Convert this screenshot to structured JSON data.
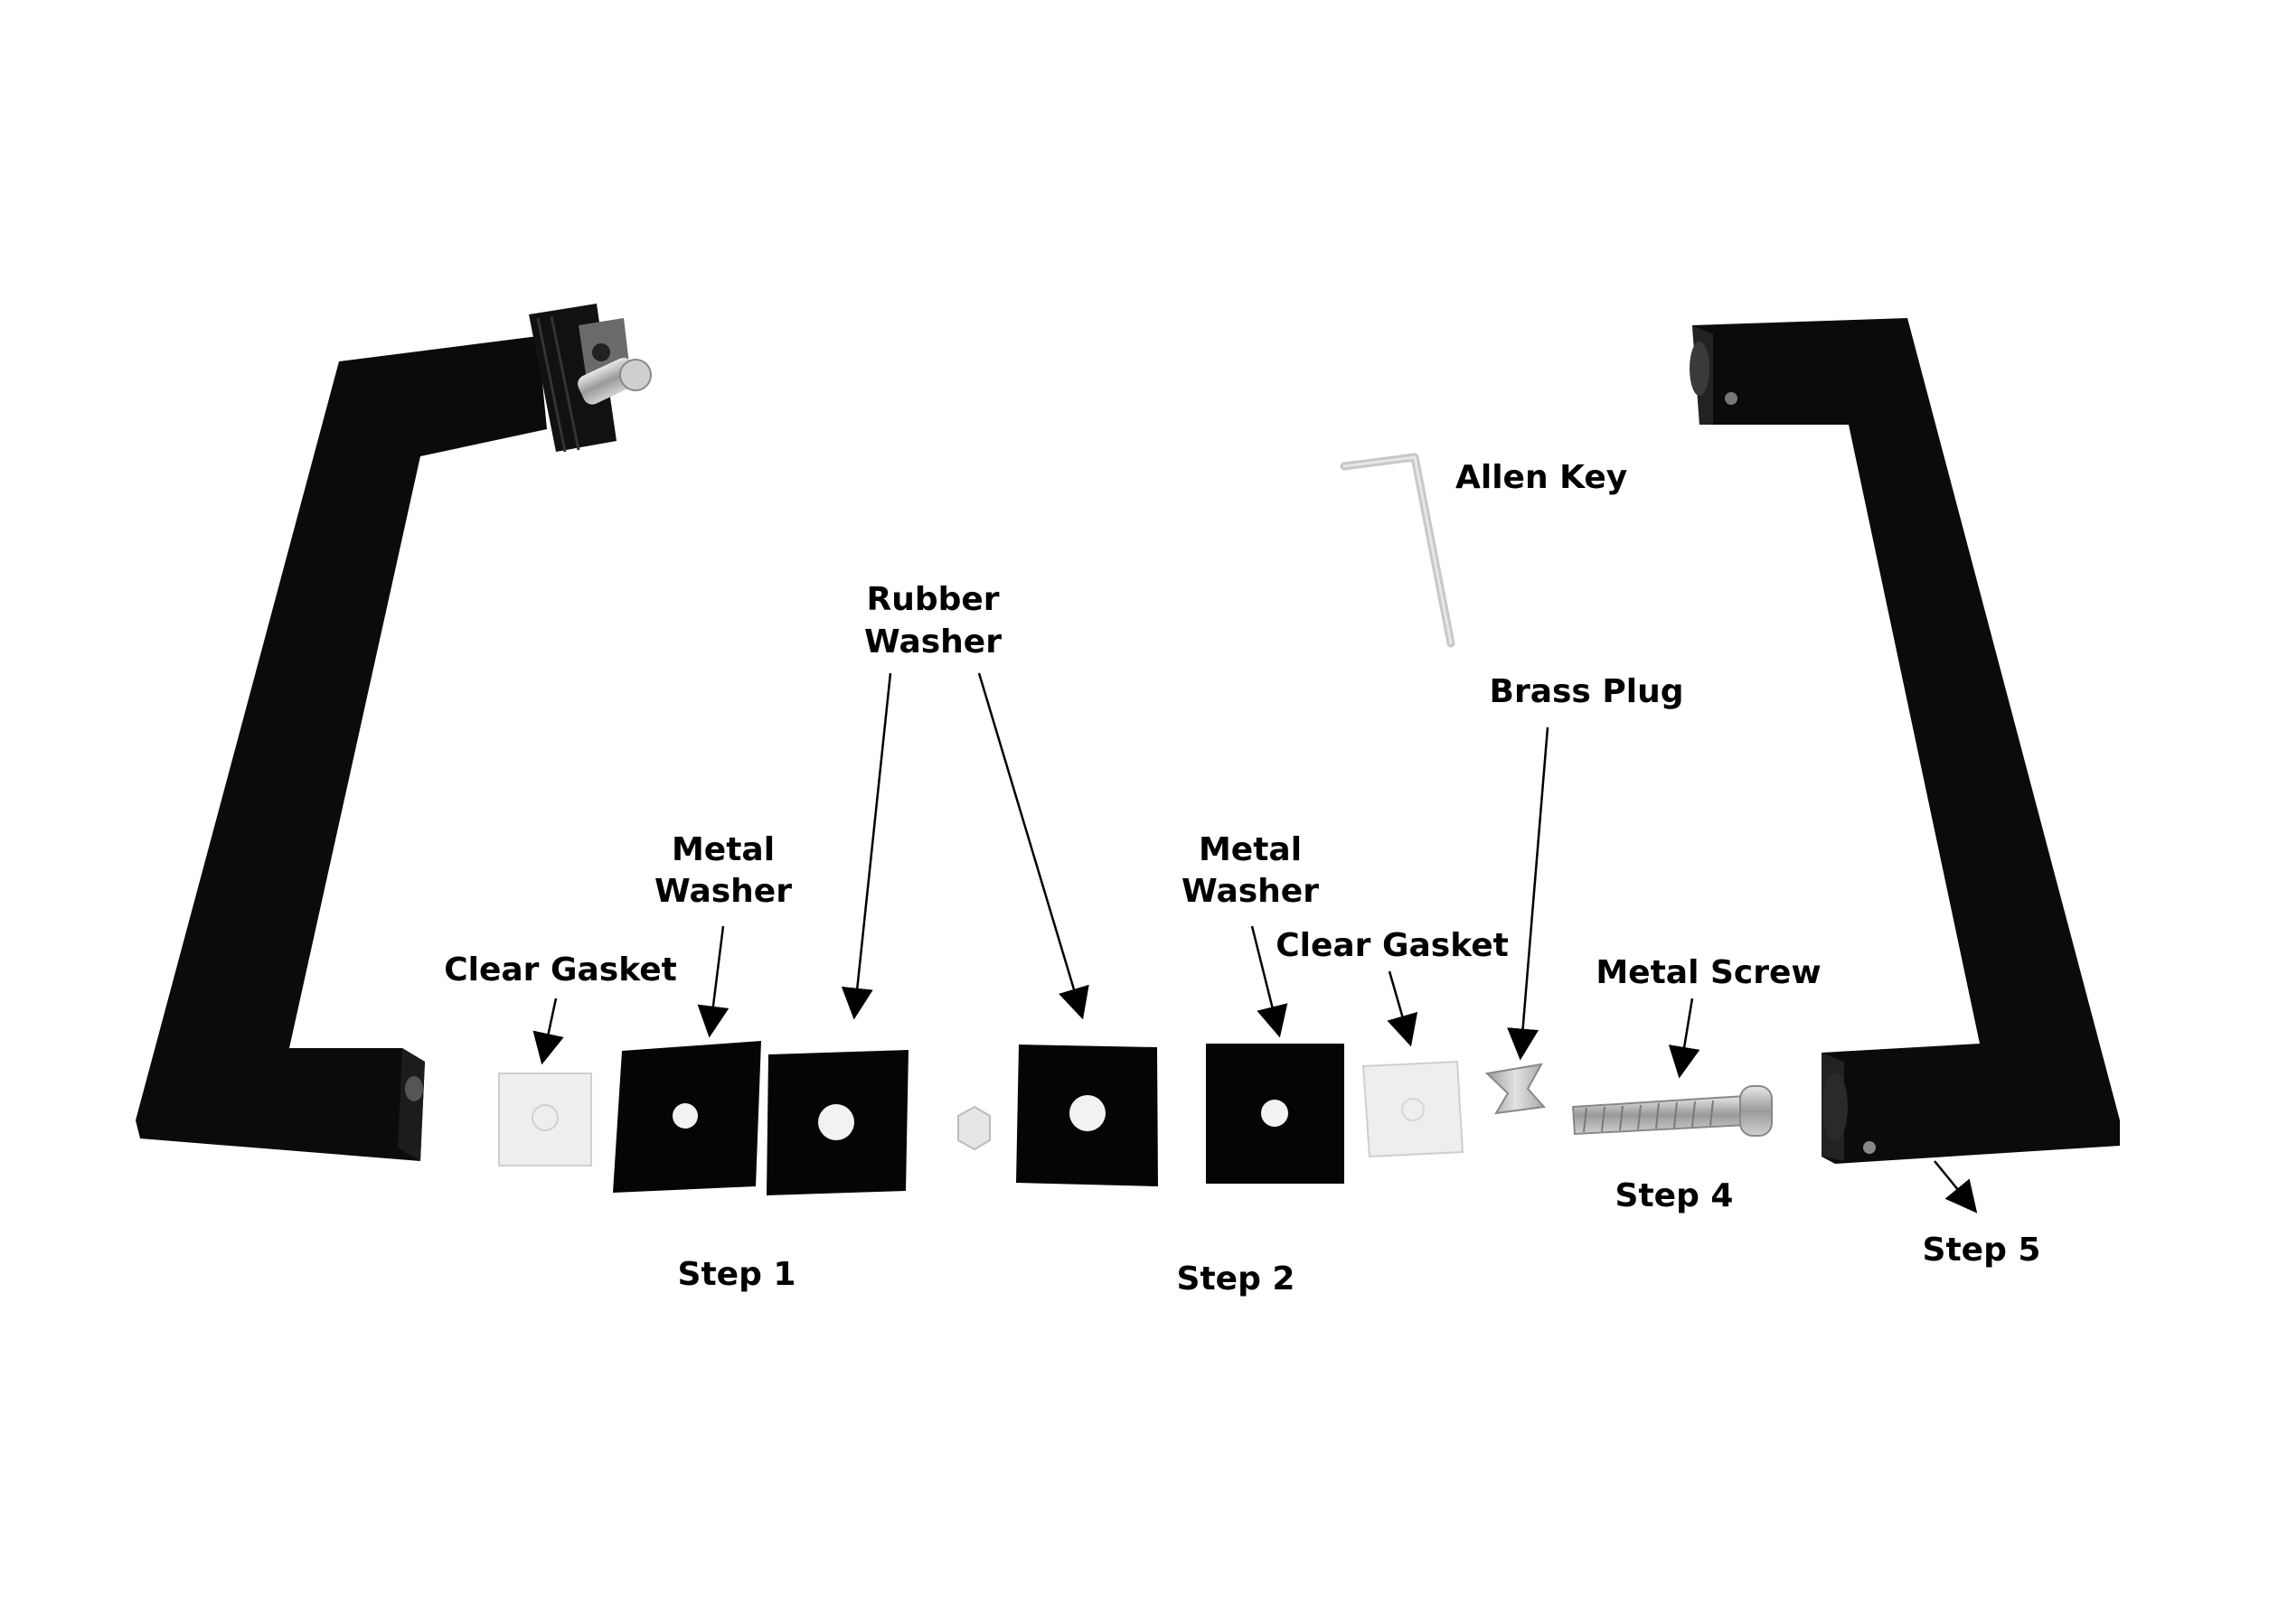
{
  "labels": {
    "allen_key": "Allen Key",
    "rubber_washer_line1": "Rubber",
    "rubber_washer_line2": "Washer",
    "brass_plug": "Brass Plug",
    "metal_washer_left_line1": "Metal",
    "metal_washer_left_line2": "Washer",
    "metal_washer_right_line1": "Metal",
    "metal_washer_right_line2": "Washer",
    "clear_gasket_left": "Clear Gasket",
    "clear_gasket_right": "Clear Gasket",
    "metal_screw": "Metal Screw",
    "step1": "Step 1",
    "step2": "Step 2",
    "step4": "Step 4",
    "step5": "Step 5"
  },
  "colors": {
    "handle": "#0b0b0b",
    "washer": "#050505",
    "gasket": "#eeeeee",
    "steel": "#b5b5b5",
    "background": "#ffffff"
  }
}
